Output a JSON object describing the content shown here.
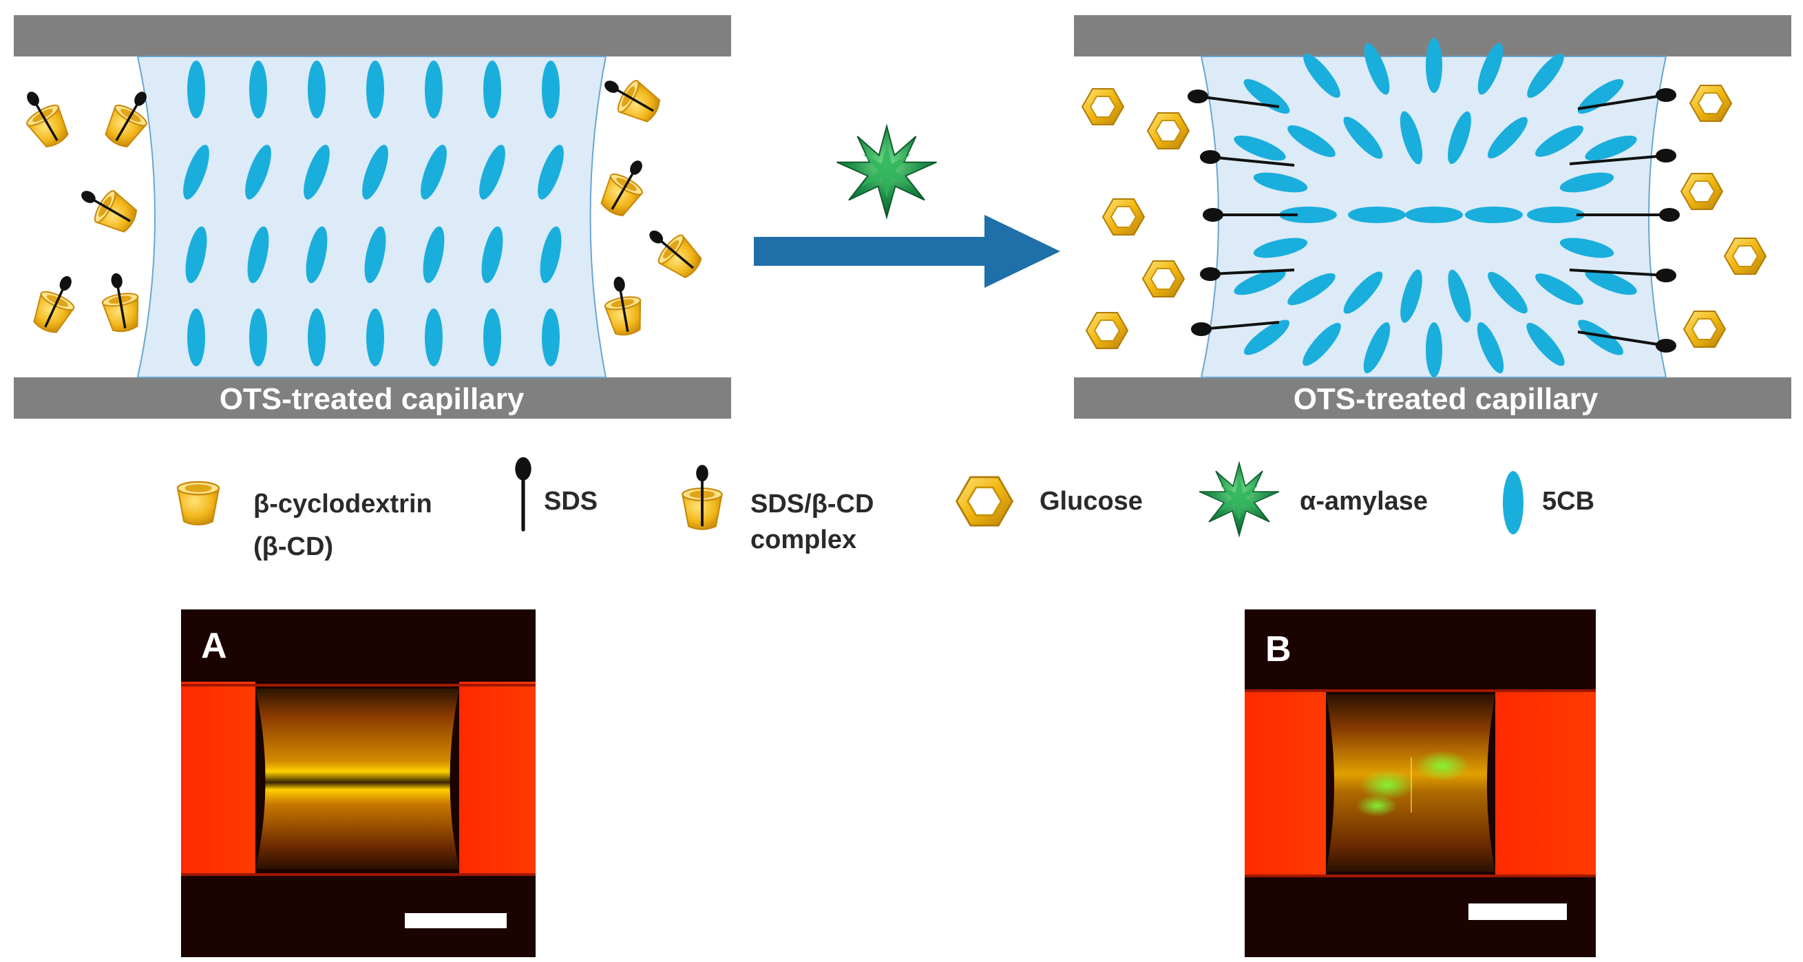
{
  "capillary": {
    "left_label": "OTS-treated capillary",
    "right_label": "OTS-treated capillary"
  },
  "legend": {
    "beta_cd_line1": "β-cyclodextrin",
    "beta_cd_line2": "(β-CD)",
    "sds": "SDS",
    "complex_line1": "SDS/β-CD",
    "complex_line2": "complex",
    "glucose": "Glucose",
    "amylase": "α-amylase",
    "lc": "5CB"
  },
  "panels": {
    "a": "A",
    "b": "B"
  },
  "colors": {
    "capillary_wall": "#808080",
    "lc_region": "#dcebf7",
    "lc_molecule": "#1aaedd",
    "arrow": "#1f6fa8",
    "cyclodextrin": "#f1b71a",
    "glucose": "#f0b60f",
    "amylase": "#1f8f4a",
    "micrograph_red": "#ff2200"
  }
}
